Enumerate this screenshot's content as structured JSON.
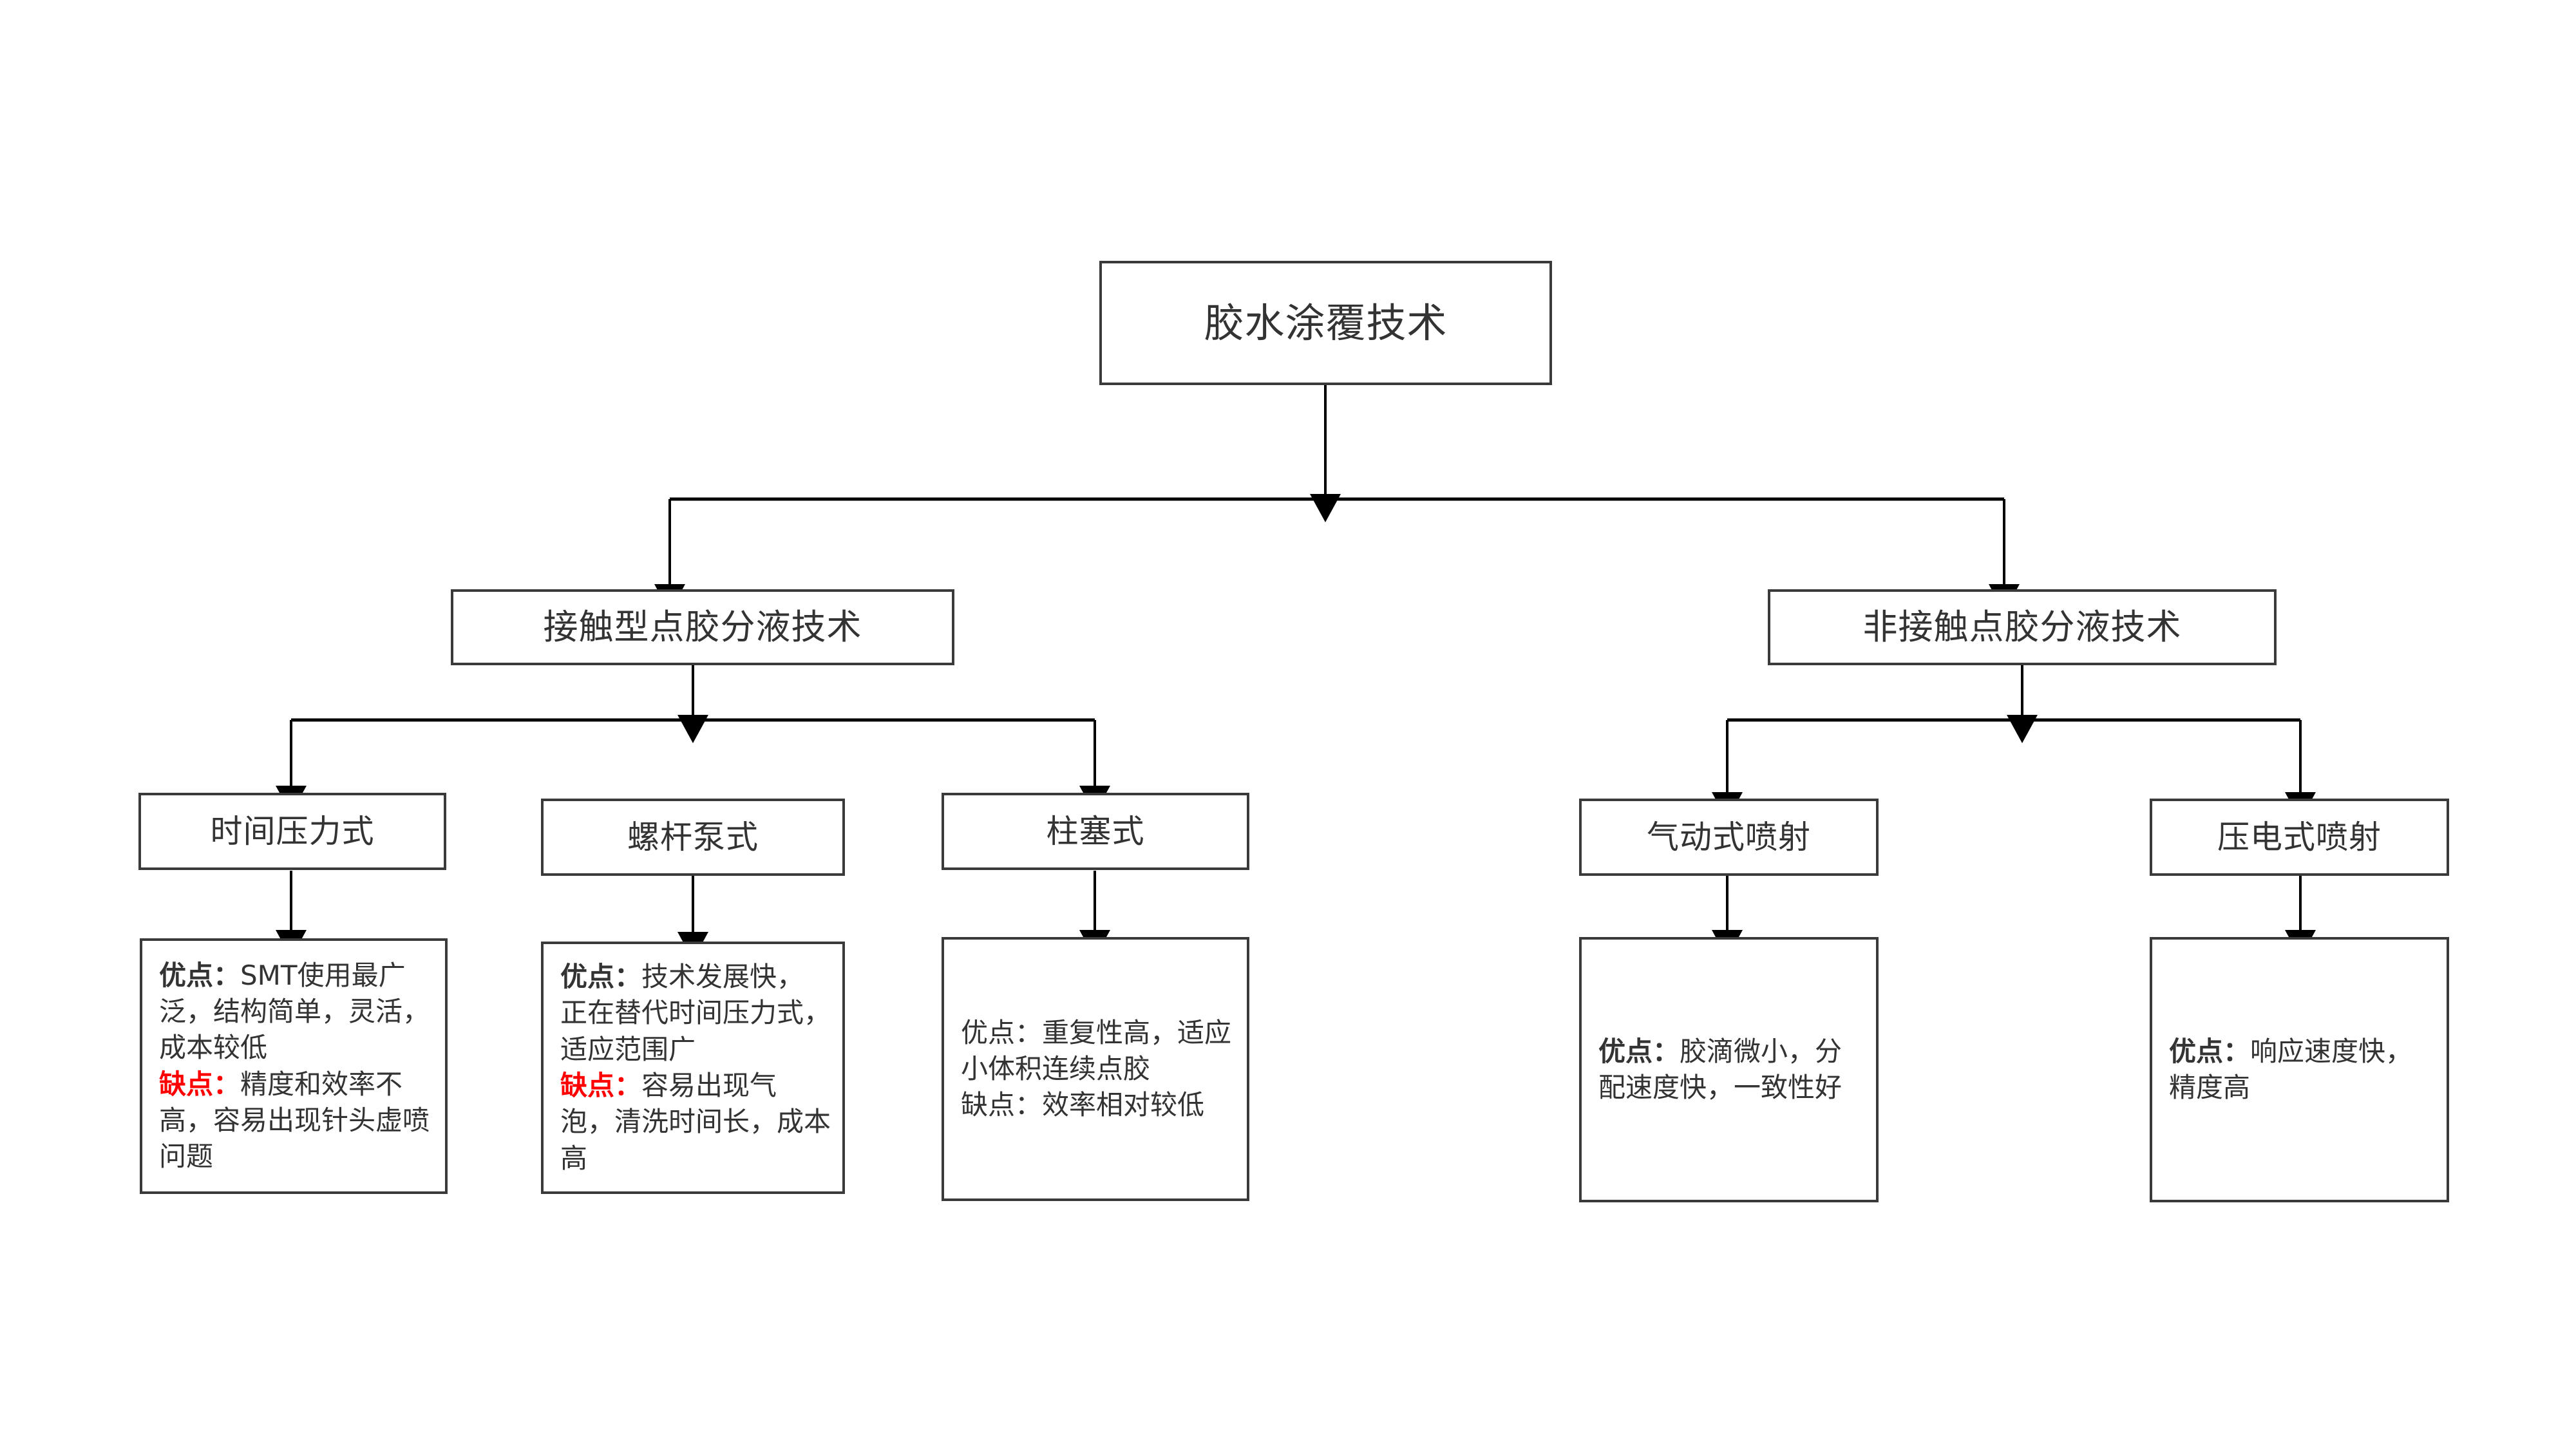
{
  "diagram": {
    "title": "胶水涂覆技术",
    "colors": {
      "box_border": "#3a3a3a",
      "text": "#333333",
      "connector": "#000000",
      "highlight": "#ff0000",
      "background": "#ffffff"
    },
    "root": {
      "label": "胶水涂覆技术"
    },
    "branches": [
      {
        "id": "contact",
        "label": "接触型点胶分液技术"
      },
      {
        "id": "noncontact",
        "label": "非接触点胶分液技术"
      }
    ],
    "leaves": [
      {
        "id": "time-pressure",
        "label": "时间压力式",
        "branch": "contact"
      },
      {
        "id": "screw-pump",
        "label": "螺杆泵式",
        "branch": "contact"
      },
      {
        "id": "piston",
        "label": "柱塞式",
        "branch": "contact"
      },
      {
        "id": "pneumatic-jet",
        "label": "气动式喷射",
        "branch": "noncontact"
      },
      {
        "id": "piezo-jet",
        "label": "压电式喷射",
        "branch": "noncontact"
      }
    ],
    "details": [
      {
        "id": "detail-time-pressure",
        "for": "time-pressure",
        "pros_label": "优点：",
        "pros_label_bold": true,
        "pros_label_red": false,
        "pros_text": "SMT使用最广泛，结构简单，灵活，成本较低",
        "cons_label": "缺点：",
        "cons_label_bold": true,
        "cons_label_red": true,
        "cons_text": "精度和效率不高，容易出现针头虚喷问题"
      },
      {
        "id": "detail-screw-pump",
        "for": "screw-pump",
        "pros_label": "优点：",
        "pros_label_bold": true,
        "pros_label_red": false,
        "pros_text": "技术发展快，正在替代时间压力式，适应范围广",
        "cons_label": "缺点：",
        "cons_label_bold": true,
        "cons_label_red": true,
        "cons_text": "容易出现气泡，清洗时间长，成本高"
      },
      {
        "id": "detail-piston",
        "for": "piston",
        "pros_label": "优点：",
        "pros_label_bold": false,
        "pros_label_red": false,
        "pros_text": "重复性高，适应小体积连续点胶",
        "cons_label": "缺点：",
        "cons_label_bold": false,
        "cons_label_red": false,
        "cons_text": "效率相对较低"
      },
      {
        "id": "detail-pneumatic-jet",
        "for": "pneumatic-jet",
        "pros_label": "优点：",
        "pros_label_bold": true,
        "pros_label_red": false,
        "pros_text": "胶滴微小，分配速度快，一致性好",
        "cons_label": "",
        "cons_label_bold": false,
        "cons_label_red": false,
        "cons_text": ""
      },
      {
        "id": "detail-piezo-jet",
        "for": "piezo-jet",
        "pros_label": "优点：",
        "pros_label_bold": true,
        "pros_label_red": false,
        "pros_text": "响应速度快，精度高",
        "cons_label": "",
        "cons_label_bold": false,
        "cons_label_red": false,
        "cons_text": ""
      }
    ]
  }
}
